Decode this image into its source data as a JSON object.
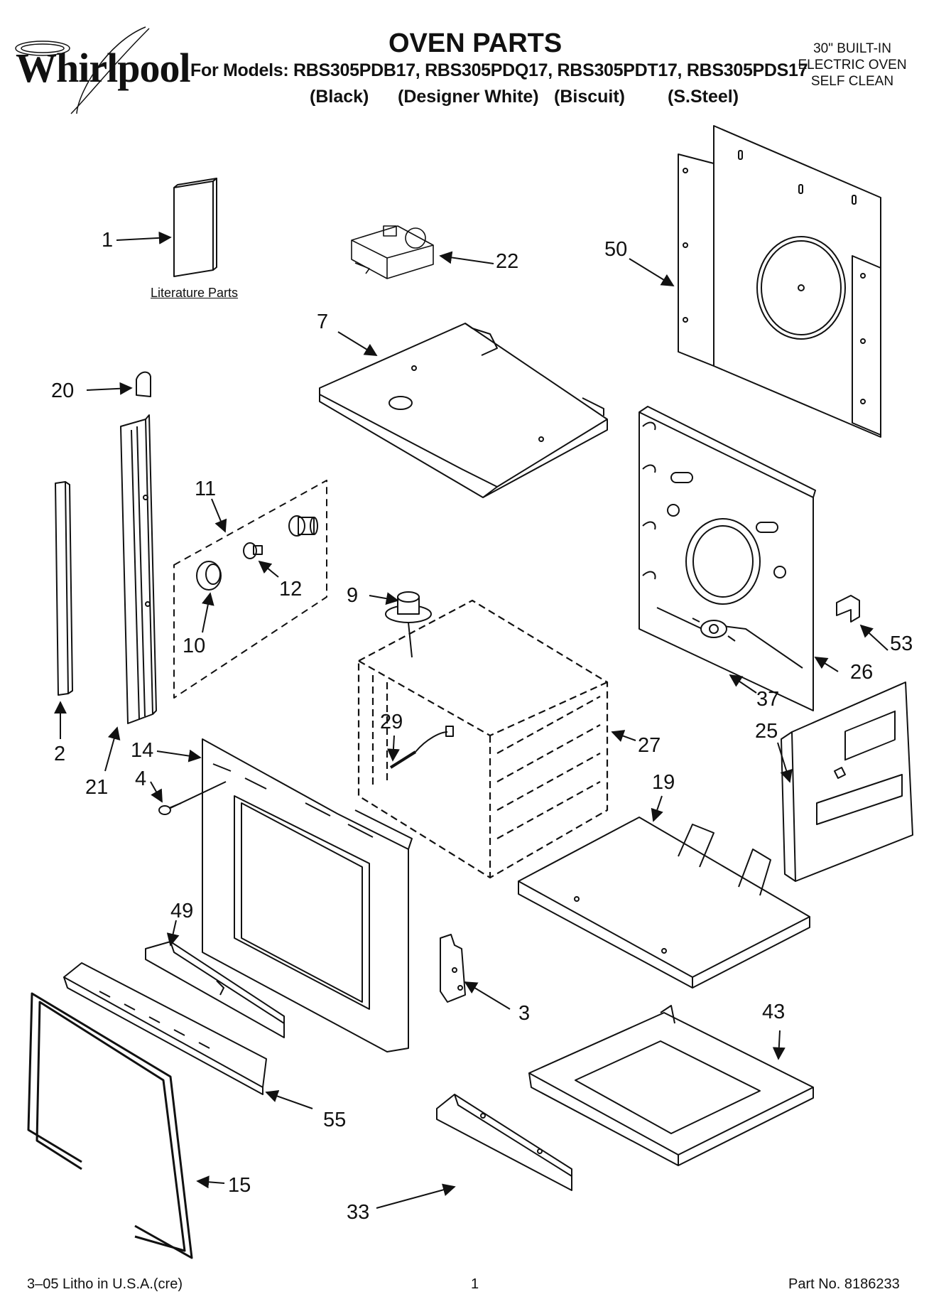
{
  "header": {
    "brand": "Whirlpool",
    "title": "OVEN PARTS",
    "models_line": "For Models: RBS305PDB17, RBS305PDQ17, RBS305PDT17, RBS305PDS17",
    "variants": [
      "(Black)",
      "(Designer White)",
      "(Biscuit)",
      "(S.Steel)"
    ],
    "product": [
      "30\" BUILT-IN",
      "ELECTRIC OVEN",
      "SELF CLEAN"
    ]
  },
  "literature_label": "Literature Parts",
  "callouts": [
    "1",
    "22",
    "50",
    "7",
    "20",
    "11",
    "12",
    "10",
    "9",
    "2",
    "21",
    "14",
    "4",
    "29",
    "27",
    "26",
    "53",
    "37",
    "25",
    "19",
    "49",
    "3",
    "43",
    "55",
    "15",
    "33"
  ],
  "footer": {
    "litho": "3–05 Litho in U.S.A.(cre)",
    "page": "1",
    "part_no": "Part No. 8186233"
  }
}
